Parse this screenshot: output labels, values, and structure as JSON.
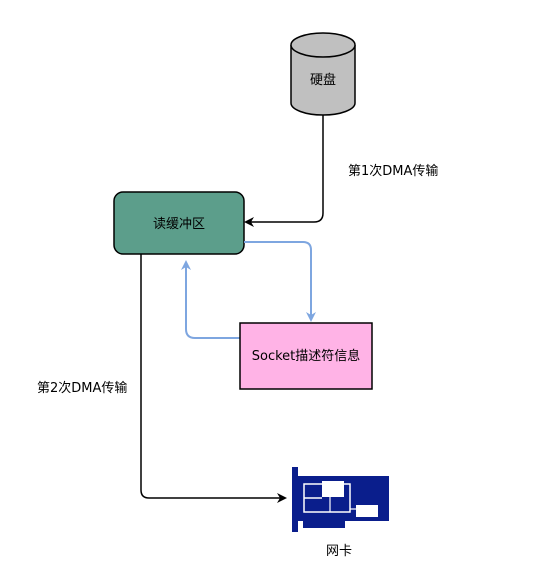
{
  "nodes": {
    "disk": "硬盘",
    "buffer": "读缓冲区",
    "socket": "Socket描述符信息",
    "nic": "网卡"
  },
  "edges": {
    "dma1": "第1次DMA传输",
    "dma2": "第2次DMA传输"
  },
  "colors": {
    "disk_fill": "#c0c0c0",
    "buffer_fill": "#5c9e8b",
    "socket_fill": "#ffb3e6",
    "nic_fill": "#0a1e8c",
    "blue_arrow": "#7ea6e0",
    "black_arrow": "#000000"
  },
  "icons": {
    "disk": "cylinder-database-icon",
    "nic": "network-card-icon"
  }
}
